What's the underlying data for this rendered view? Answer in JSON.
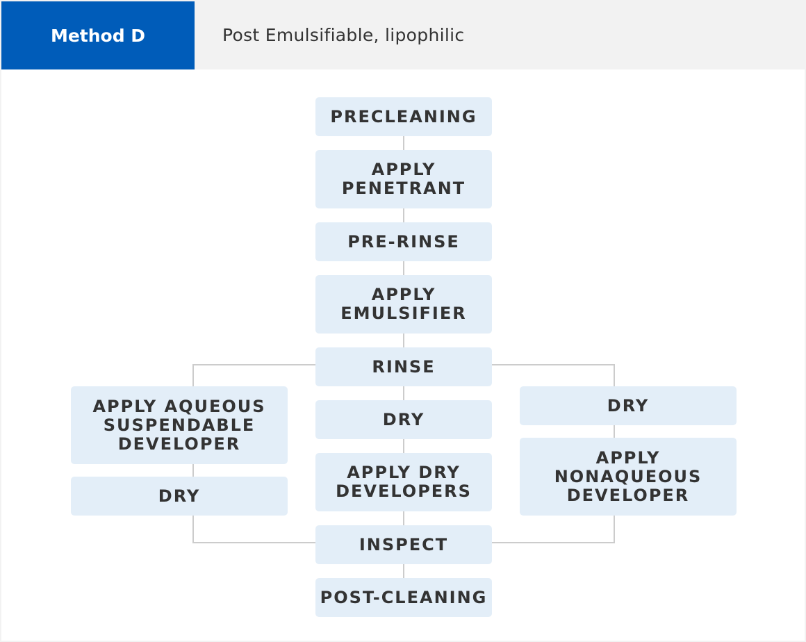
{
  "header": {
    "method_label": "Method D",
    "description": "Post Emulsifiable, lipophilic"
  },
  "steps": {
    "precleaning": "PRECLEANING",
    "apply_penetrant": "APPLY\nPENETRANT",
    "pre_rinse": "PRE-RINSE",
    "apply_emulsifier": "APPLY\nEMULSIFIER",
    "rinse": "RINSE",
    "apply_aqueous_developer": "APPLY AQUEOUS\nSUSPENDABLE\nDEVELOPER",
    "dry_left": "DRY",
    "dry_center": "DRY",
    "apply_dry_developers": "APPLY DRY\nDEVELOPERS",
    "dry_right": "DRY",
    "apply_nonaqueous_developer": "APPLY\nNONAQUEOUS\nDEVELOPER",
    "inspect": "INSPECT",
    "post_cleaning": "POST-CLEANING"
  },
  "colors": {
    "accent": "#005cb9",
    "box_fill": "#e3eef8",
    "connector": "#cccccc",
    "text": "#333333"
  }
}
